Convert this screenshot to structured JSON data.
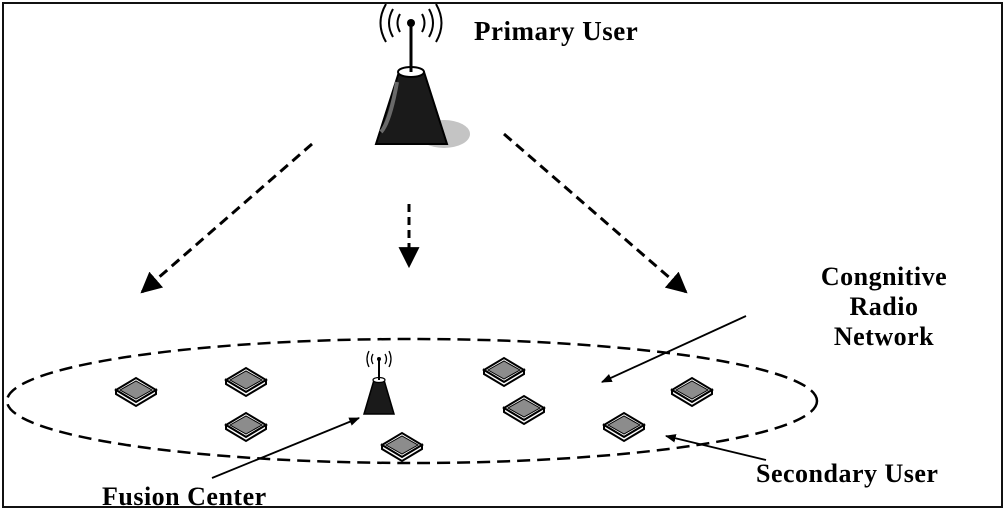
{
  "labels": {
    "primary_user": "Primary User",
    "crn_line1": "Congnitive",
    "crn_line2": "Radio",
    "crn_line3": "Network",
    "secondary_user": "Secondary User",
    "fusion_center": "Fusion Center"
  },
  "colors": {
    "ink": "#000000",
    "tower_fill": "#1a1a1a",
    "laptop_screen": "#4a4a4a",
    "laptop_base": "#9a9a9a",
    "shadow": "#bfbfbf"
  },
  "icons": {
    "primary_user": "cell-tower-icon",
    "fusion_center": "cell-tower-icon",
    "secondary_user": "laptop-icon"
  }
}
